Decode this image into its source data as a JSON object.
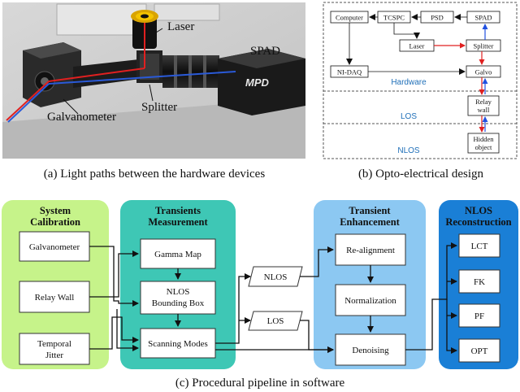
{
  "photo": {
    "labels": {
      "laser": "Laser",
      "spad": "SPAD",
      "galvanometer": "Galvanometer",
      "splitter": "Splitter",
      "mpd": "MPD"
    }
  },
  "captions": {
    "a": "(a) Light paths between the hardware devices",
    "b": "(b) Opto-electrical design",
    "c": "(c) Procedural pipeline in software"
  },
  "design": {
    "zones": {
      "hardware": "Hardware",
      "los": "LOS",
      "nlos": "NLOS"
    },
    "nodes": {
      "computer": "Computer",
      "tcspc": "TCSPC",
      "psd": "PSD",
      "spad": "SPAD",
      "laser": "Laser",
      "splitter": "Splitter",
      "nidaq": "NI-DAQ",
      "galvo": "Galvo",
      "relay_l1": "Relay",
      "relay_l2": "wall",
      "hidden_l1": "Hidden",
      "hidden_l2": "object"
    }
  },
  "pipeline": {
    "stages": {
      "calibration": {
        "l1": "System",
        "l2": "Calibration",
        "color": "#c6f38a"
      },
      "transients": {
        "l1": "Transients",
        "l2": "Measurement",
        "color": "#3ec7b5"
      },
      "enhancement": {
        "l1": "Transient",
        "l2": "Enhancement",
        "color": "#8cc8f2"
      },
      "reconstruction": {
        "l1": "NLOS",
        "l2": "Reconstruction",
        "color": "#1a7fd6"
      }
    },
    "blocks": {
      "galvanometer": "Galvanometer",
      "relay_wall": "Relay Wall",
      "temporal_l1": "Temporal",
      "temporal_l2": "Jitter",
      "gamma_map": "Gamma Map",
      "bbox_l1": "NLOS",
      "bbox_l2": "Bounding Box",
      "scanning": "Scanning Modes",
      "nlos": "NLOS",
      "los": "LOS",
      "realign": "Re-alignment",
      "normalization": "Normalization",
      "denoising": "Denoising",
      "lct": "LCT",
      "fk": "FK",
      "pf": "PF",
      "opt": "OPT"
    }
  }
}
